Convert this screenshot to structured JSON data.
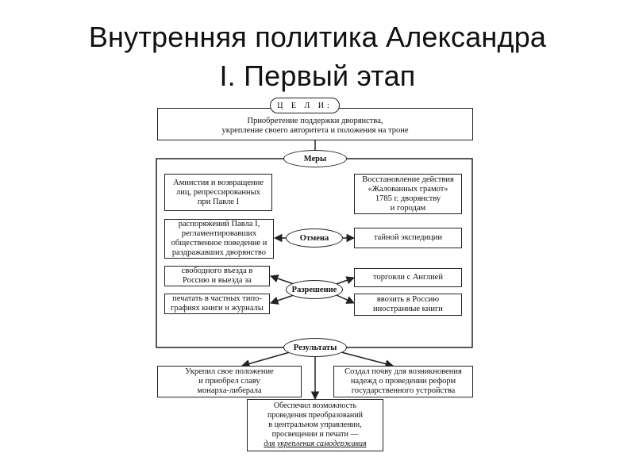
{
  "slide": {
    "title_line1": "Внутренняя политика Александра",
    "title_line2": "I. Первый этап"
  },
  "diagram": {
    "goals_label": "Ц Е Л И:",
    "goals_text": "Приобретение поддержки дворянства,\nукрепление своего авторитета и положения на троне",
    "measures_label": "Меры",
    "amnesty": "Амнистия и возвращение\nлиц, репрессированных\nпри Павле I",
    "restore": "Восстановление действия\n«Жалованных грамот»\n1785 г. дворянству\nи городам",
    "cancel_label": "Отмена",
    "cancel_left": "распоряжений Павла I,\nрегламентировавших\nобщественное поведение и\nраздражавших дворянство",
    "cancel_right": "тайной экспедиции",
    "permit_label": "Разрешение",
    "permit_left_top": "свободного въезда в\nРоссию и выезда за",
    "permit_left_bottom": "печатать в частных типо-\nграфиях книги и журналы",
    "permit_right_top": "торговли с Англией",
    "permit_right_bottom": "ввозить в Россию\nиностранные книги",
    "results_label": "Результаты",
    "result_left": "Укрепил свое положение\nи приобрел славу\nмонарха-либерала",
    "result_right": "Создал почву для возникновения\nнадежд о проведении реформ\nгосударственного устройства",
    "result_center_main": "Обеспечил возможность\nпроведения преобразований\nв центральном управлении,\nпросвещении и печати —",
    "result_center_em": "для укрепления самодержавия"
  }
}
